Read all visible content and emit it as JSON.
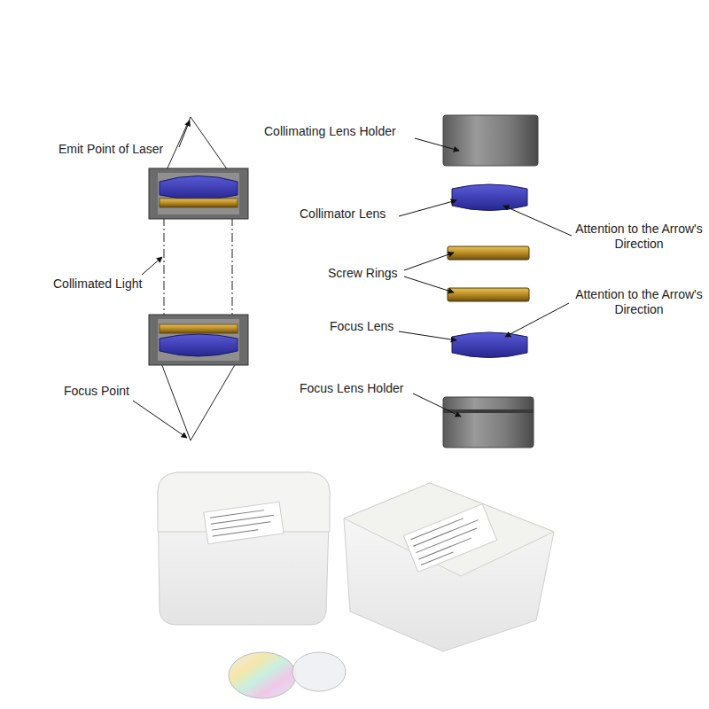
{
  "diagram": {
    "labels": [
      "Emit Point of Laser",
      "Collimated Light",
      "Focus Point",
      "Collimating Lens Holder",
      "Collimator Lens",
      "Attention to the Arrow's Direction",
      "Screw Rings",
      "Attention to the Arrow's Direction",
      "Focus Lens",
      "Focus Lens Holder"
    ]
  }
}
